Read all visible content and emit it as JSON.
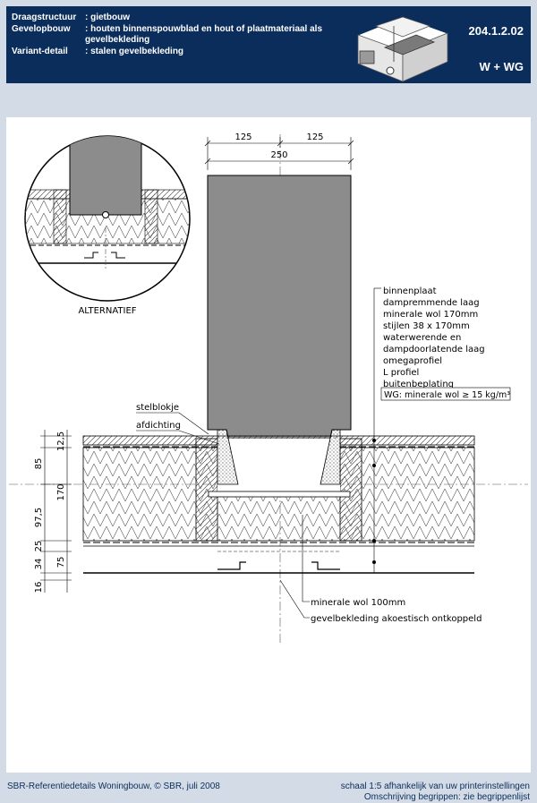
{
  "header": {
    "rows": [
      {
        "label": "Draagstructuur",
        "value": ": gietbouw"
      },
      {
        "label": "Gevelopbouw",
        "value": ": houten binnenspouwblad en hout of plaatmateriaal als gevelbekleding"
      },
      {
        "label": "Variant-detail",
        "value": ": stalen gevelbekleding"
      }
    ],
    "code": "204.1.2.02",
    "variant": "W + WG"
  },
  "drawing": {
    "dims_top": {
      "left": "125",
      "right": "125",
      "total": "250"
    },
    "dims_left": [
      "12,5",
      "85",
      "170",
      "97,5",
      "25",
      "34",
      "75",
      "16"
    ],
    "labels": {
      "alternatief": "ALTERNATIEF",
      "stelblokje": "stelblokje",
      "afdichting": "afdichting",
      "legend": [
        "binnenplaat",
        "dampremmende laag",
        "minerale wol 170mm",
        "stijlen 38 x 170mm",
        "waterwerende en",
        "dampdoorlatende laag",
        "omegaprofiel",
        "L profiel",
        "buitenbeplating"
      ],
      "wg_note": "WG: minerale wol ≥ 15 kg/m³",
      "minerale_wol": "minerale wol 100mm",
      "gevelbekleding": "gevelbekleding akoestisch ontkoppeld"
    }
  },
  "footer": {
    "left": "SBR-Referentiedetails Woningbouw, © SBR, juli 2008",
    "right_line1": "schaal 1:5 afhankelijk van uw printerinstellingen",
    "right_line2": "Omschrijving begrippen: zie begrippenlijst"
  },
  "colors": {
    "header_bg": "#0b2d5c",
    "page_bg": "#d3dce6",
    "concrete": "#8c8c8c"
  }
}
